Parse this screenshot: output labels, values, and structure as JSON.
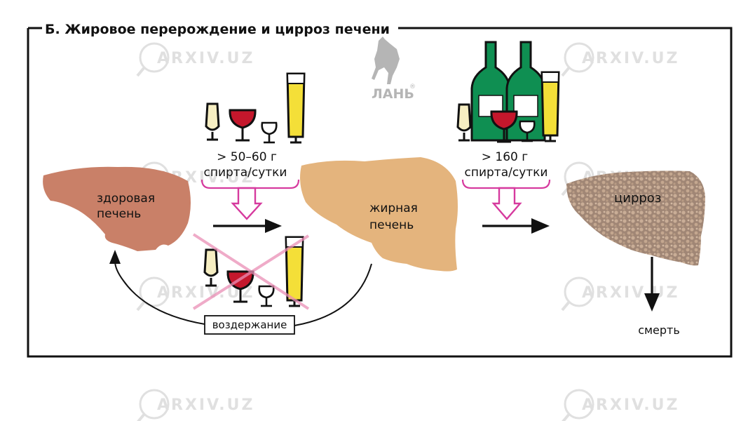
{
  "title": "Б. Жировое перерождение и цирроз печени",
  "labels": {
    "healthy_liver": [
      "здоровая",
      "печень"
    ],
    "fatty_liver": [
      "жирная",
      "печень"
    ],
    "cirrhosis": "цирроз",
    "death": "смерть",
    "abstinence": "воздержание"
  },
  "thresholds": {
    "moderate": [
      "> 50–60 г",
      "спирта/сутки"
    ],
    "heavy": [
      "> 160 г",
      "спирта/сутки"
    ]
  },
  "publisher_logo_text": "ЛАНЬ",
  "watermark_text": "ARXIV.UZ",
  "colors": {
    "healthy_liver": "#c98068",
    "fatty_liver": "#e4b47d",
    "cirrhosis": "#a08675",
    "cirrhosis_nodule": "#c9ad96",
    "pink_arrow": "#d63a9e",
    "wine": "#c4172c",
    "beer": "#f4df38",
    "champagne": "#f6eec2",
    "bottle_green": "#0f8f52",
    "watermark": "#c6c6c6"
  },
  "icons": [
    "champagne-glass-icon",
    "wine-glass-icon",
    "brandy-glass-icon",
    "beer-glass-icon",
    "wine-bottle-icon",
    "cross-out-icon"
  ]
}
